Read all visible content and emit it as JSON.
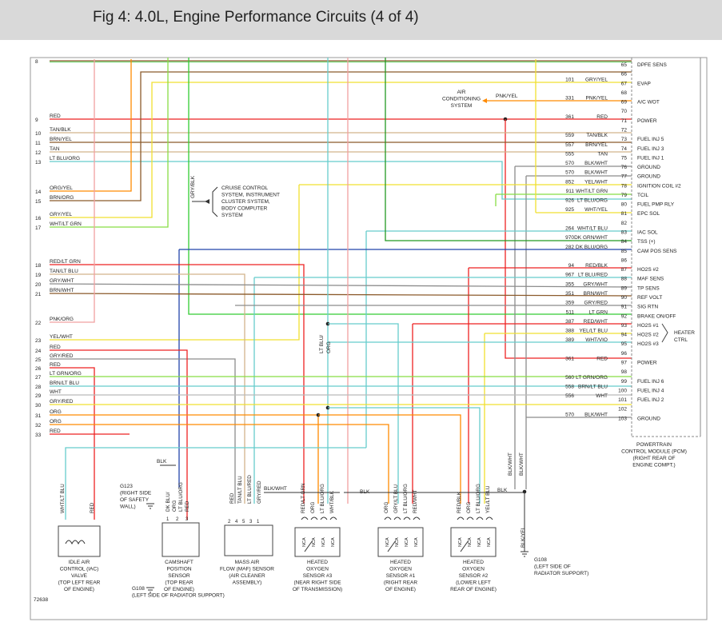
{
  "header": {
    "title": "Fig 4: 4.0L, Engine Performance Circuits (4 of 4)"
  },
  "colors": {
    "RED": "#ee2222",
    "ORG": "#ff8a00",
    "YEL": "#f0e030",
    "BRN": "#8b5a2b",
    "GRN": "#22bb22",
    "LTGRN": "#88dd44",
    "LTBLU": "#66cccc",
    "WHT": "#999999",
    "GRY": "#8c8c8c",
    "TAN": "#d2b48c",
    "PNK": "#f0a0a0",
    "BLK": "#333333",
    "DKBLU": "#2244aa",
    "VIO": "#7744aa"
  },
  "left_labels": [
    {
      "n": "8",
      "w": "",
      "c": [
        "BRN",
        "GRN"
      ]
    },
    {
      "n": "9",
      "w": "RED",
      "c": [
        "RED"
      ]
    },
    {
      "n": "10",
      "w": "TAN/BLK",
      "c": [
        "TAN",
        "BLK"
      ]
    },
    {
      "n": "11",
      "w": "BRN/YEL",
      "c": [
        "BRN",
        "YEL"
      ]
    },
    {
      "n": "12",
      "w": "TAN",
      "c": [
        "TAN"
      ]
    },
    {
      "n": "13",
      "w": "LT BLU/ORG",
      "c": [
        "LTBLU",
        "ORG"
      ]
    },
    {
      "n": "14",
      "w": "ORG/YEL",
      "c": [
        "ORG",
        "YEL"
      ]
    },
    {
      "n": "15",
      "w": "BRN/ORG",
      "c": [
        "BRN",
        "ORG"
      ]
    },
    {
      "n": "16",
      "w": "GRY/YEL",
      "c": [
        "GRY",
        "YEL"
      ]
    },
    {
      "n": "17",
      "w": "WHT/LT GRN",
      "c": [
        "WHT",
        "LTGRN"
      ]
    },
    {
      "n": "18",
      "w": "RED/LT GRN",
      "c": [
        "RED",
        "LTGRN"
      ]
    },
    {
      "n": "19",
      "w": "TAN/LT BLU",
      "c": [
        "TAN",
        "LTBLU"
      ]
    },
    {
      "n": "20",
      "w": "GRY/WHT",
      "c": [
        "GRY",
        "WHT"
      ]
    },
    {
      "n": "21",
      "w": "BRN/WHT",
      "c": [
        "BRN",
        "WHT"
      ]
    },
    {
      "n": "22",
      "w": "PNK/ORG",
      "c": [
        "PNK",
        "ORG"
      ]
    },
    {
      "n": "23",
      "w": "YEL/WHT",
      "c": [
        "YEL",
        "WHT"
      ]
    },
    {
      "n": "24",
      "w": "RED",
      "c": [
        "RED"
      ]
    },
    {
      "n": "25",
      "w": "GRY/RED",
      "c": [
        "GRY",
        "RED"
      ]
    },
    {
      "n": "26",
      "w": "RED",
      "c": [
        "RED"
      ]
    },
    {
      "n": "27",
      "w": "LT GRN/ORG",
      "c": [
        "LTGRN",
        "ORG"
      ]
    },
    {
      "n": "28",
      "w": "BRN/LT BLU",
      "c": [
        "BRN",
        "LTBLU"
      ]
    },
    {
      "n": "29",
      "w": "WHT",
      "c": [
        "WHT"
      ]
    },
    {
      "n": "30",
      "w": "GRY/RED",
      "c": [
        "GRY",
        "RED"
      ]
    },
    {
      "n": "31",
      "w": "ORG",
      "c": [
        "ORG"
      ]
    },
    {
      "n": "32",
      "w": "ORG",
      "c": [
        "ORG"
      ]
    },
    {
      "n": "33",
      "w": "RED",
      "c": [
        "RED"
      ]
    }
  ],
  "pcm_pins": [
    {
      "p": "65",
      "ckt": "",
      "w": "",
      "c": [
        "BRN",
        "GRN"
      ],
      "f": "DPFE SENS"
    },
    {
      "p": "66",
      "ckt": "",
      "w": "",
      "c": [],
      "f": ""
    },
    {
      "p": "67",
      "ckt": "101",
      "w": "GRY/YEL",
      "c": [
        "GRY",
        "YEL"
      ],
      "f": "EVAP"
    },
    {
      "p": "68",
      "ckt": "",
      "w": "",
      "c": [],
      "f": ""
    },
    {
      "p": "69",
      "ckt": "331",
      "w": "PNK/YEL",
      "c": [
        "PNK",
        "YEL"
      ],
      "f": "A/C WOT"
    },
    {
      "p": "70",
      "ckt": "",
      "w": "",
      "c": [],
      "f": ""
    },
    {
      "p": "71",
      "ckt": "361",
      "w": "RED",
      "c": [
        "RED"
      ],
      "f": "POWER"
    },
    {
      "p": "72",
      "ckt": "",
      "w": "",
      "c": [],
      "f": ""
    },
    {
      "p": "73",
      "ckt": "559",
      "w": "TAN/BLK",
      "c": [
        "TAN",
        "BLK"
      ],
      "f": "FUEL INJ 5"
    },
    {
      "p": "74",
      "ckt": "557",
      "w": "BRN/YEL",
      "c": [
        "BRN",
        "YEL"
      ],
      "f": "FUEL INJ 3"
    },
    {
      "p": "75",
      "ckt": "555",
      "w": "TAN",
      "c": [
        "TAN"
      ],
      "f": "FUEL INJ 1"
    },
    {
      "p": "76",
      "ckt": "570",
      "w": "BLK/WHT",
      "c": [
        "BLK",
        "WHT"
      ],
      "f": "GROUND"
    },
    {
      "p": "77",
      "ckt": "570",
      "w": "BLK/WHT",
      "c": [
        "BLK",
        "WHT"
      ],
      "f": "GROUND"
    },
    {
      "p": "78",
      "ckt": "852",
      "w": "YEL/WHT",
      "c": [
        "YEL",
        "WHT"
      ],
      "f": "IGNITION COIL #2"
    },
    {
      "p": "79",
      "ckt": "911",
      "w": "WHT/LT GRN",
      "c": [
        "WHT",
        "LTGRN"
      ],
      "f": "TCIL"
    },
    {
      "p": "80",
      "ckt": "926",
      "w": "LT BLU/ORG",
      "c": [
        "LTBLU",
        "ORG"
      ],
      "f": "FUEL PMP RLY"
    },
    {
      "p": "81",
      "ckt": "925",
      "w": "WHT/YEL",
      "c": [
        "WHT",
        "YEL"
      ],
      "f": "EPC SOL"
    },
    {
      "p": "82",
      "ckt": "",
      "w": "",
      "c": [],
      "f": ""
    },
    {
      "p": "83",
      "ckt": "264",
      "w": "WHT/LT BLU",
      "c": [
        "WHT",
        "LTBLU"
      ],
      "f": "IAC SOL"
    },
    {
      "p": "84",
      "ckt": "970",
      "w": "DK GRN/WHT",
      "c": [
        "GRN",
        "WHT"
      ],
      "f": "TSS (+)"
    },
    {
      "p": "85",
      "ckt": "282",
      "w": "DK BLU/ORG",
      "c": [
        "DKBLU",
        "ORG"
      ],
      "f": "CAM POS SENS"
    },
    {
      "p": "86",
      "ckt": "",
      "w": "",
      "c": [],
      "f": ""
    },
    {
      "p": "87",
      "ckt": "94",
      "w": "RED/BLK",
      "c": [
        "RED",
        "BLK"
      ],
      "f": "HO2S #2"
    },
    {
      "p": "88",
      "ckt": "967",
      "w": "LT BLU/RED",
      "c": [
        "LTBLU",
        "RED"
      ],
      "f": "MAF SENS"
    },
    {
      "p": "89",
      "ckt": "355",
      "w": "GRY/WHT",
      "c": [
        "GRY",
        "WHT"
      ],
      "f": "TP SENS"
    },
    {
      "p": "90",
      "ckt": "351",
      "w": "BRN/WHT",
      "c": [
        "BRN",
        "WHT"
      ],
      "f": "REF VOLT"
    },
    {
      "p": "91",
      "ckt": "359",
      "w": "GRY/RED",
      "c": [
        "GRY",
        "RED"
      ],
      "f": "SIG RTN"
    },
    {
      "p": "92",
      "ckt": "511",
      "w": "LT GRN",
      "c": [
        "LTGRN"
      ],
      "f": "BRAKE ON/OFF"
    },
    {
      "p": "93",
      "ckt": "387",
      "w": "RED/WHT",
      "c": [
        "RED",
        "WHT"
      ],
      "f": "HO2S #1"
    },
    {
      "p": "94",
      "ckt": "388",
      "w": "YEL/LT BLU",
      "c": [
        "YEL",
        "LTBLU"
      ],
      "f": "HO2S #2"
    },
    {
      "p": "95",
      "ckt": "389",
      "w": "WHT/VIO",
      "c": [
        "WHT",
        "VIO"
      ],
      "f": "HO2S #3"
    },
    {
      "p": "96",
      "ckt": "",
      "w": "",
      "c": [],
      "f": ""
    },
    {
      "p": "97",
      "ckt": "361",
      "w": "RED",
      "c": [
        "RED"
      ],
      "f": "POWER"
    },
    {
      "p": "98",
      "ckt": "",
      "w": "",
      "c": [],
      "f": ""
    },
    {
      "p": "99",
      "ckt": "560",
      "w": "LT GRN/ORG",
      "c": [
        "LTGRN",
        "ORG"
      ],
      "f": "FUEL INJ 6"
    },
    {
      "p": "100",
      "ckt": "558",
      "w": "BRN/LT BLU",
      "c": [
        "BRN",
        "LTBLU"
      ],
      "f": "FUEL INJ 4"
    },
    {
      "p": "101",
      "ckt": "556",
      "w": "WHT",
      "c": [
        "WHT"
      ],
      "f": "FUEL INJ 2"
    },
    {
      "p": "102",
      "ckt": "",
      "w": "",
      "c": [],
      "f": ""
    },
    {
      "p": "103",
      "ckt": "570",
      "w": "BLK/WHT",
      "c": [
        "BLK",
        "WHT"
      ],
      "f": "GROUND"
    }
  ],
  "heater_ctrl": [
    "HEATER",
    "CTRL"
  ],
  "pcm_label": [
    "POWERTRAIN",
    "CONTROL MODULE (PCM)",
    "(RIGHT REAR OF",
    "ENGINE COMPT.)"
  ],
  "ac_system": [
    "AIR",
    "CONDITIONING",
    "SYSTEM"
  ],
  "cruise_label": [
    "CRUISE CONTROL",
    "SYSTEM, INSTRUMENT",
    "CLUSTER SYSTEM,",
    "BODY COMPUTER",
    "SYSTEM"
  ],
  "vertical_labels": [
    "GRY/BLK",
    "LT BLU/",
    "ORG",
    "BLK/WHT",
    "BLK/WHT",
    "BLK/YEL",
    "BLK/WHT",
    "BLK/",
    "WHT",
    "BLK",
    "BLK",
    "BLK",
    "BLK/WHT"
  ],
  "components": {
    "iac": {
      "pins": [
        "WHT/LT BLU",
        "RED"
      ],
      "label": [
        "IDLE AIR",
        "CONTROL (IAC)",
        "VALVE",
        "(TOP LEFT REAR",
        "OF ENGINE)"
      ]
    },
    "cmp": {
      "pins": [
        "DK BLU/",
        "ORG",
        "LT BLU/ORG",
        "RED"
      ],
      "nums": [
        "1",
        "2",
        "3"
      ],
      "label": [
        "CAMSHAFT",
        "POSITION",
        "SENSOR",
        "(TOP REAR",
        "OF ENGINE)"
      ]
    },
    "maf": {
      "pins": [
        "RED",
        "TAN/LT BLU",
        "LT BLU/RED",
        "GRY/RED"
      ],
      "nums": [
        "2",
        "4",
        "5",
        "3",
        "1"
      ],
      "label": [
        "MASS AIR",
        "FLOW (MAF) SENSOR",
        "(AIR CLEANER",
        "ASSEMBLY)"
      ]
    },
    "ho2s3": {
      "pins": [
        "RED/LT GRN",
        "ORG",
        "LT BLU/ORG",
        "WHT/BLK"
      ],
      "label": [
        "HEATED",
        "OXYGEN",
        "SENSOR #3",
        "(NEAR RIGHT SIDE",
        "OF TRANSMISSION)"
      ]
    },
    "ho2s1": {
      "pins": [
        "ORG",
        "GRY/LT BLU",
        "LT BLU/ORG",
        "RED/WHT"
      ],
      "label": [
        "HEATED",
        "OXYGEN",
        "SENSOR #1",
        "(RIGHT REAR",
        "OF ENGINE)"
      ]
    },
    "ho2s2": {
      "pins": [
        "RED/BLK",
        "ORG",
        "LT BLU/ORG",
        "YEL/LT BLU"
      ],
      "label": [
        "HEATED",
        "OXYGEN",
        "SENSOR #2",
        "(LOWER LEFT",
        "REAR OF ENGINE)"
      ]
    },
    "nca": "NCA"
  },
  "grounds": {
    "g123": [
      "G123",
      "(RIGHT SIDE",
      "OF SAFETY",
      "WALL)"
    ],
    "g108_left": [
      "G108",
      "(LEFT SIDE OF RADIATOR SUPPORT)"
    ],
    "g108_right": [
      "G108",
      "(LEFT SIDE OF",
      "RADIATOR SUPPORT)"
    ]
  },
  "fig_id": "72638"
}
